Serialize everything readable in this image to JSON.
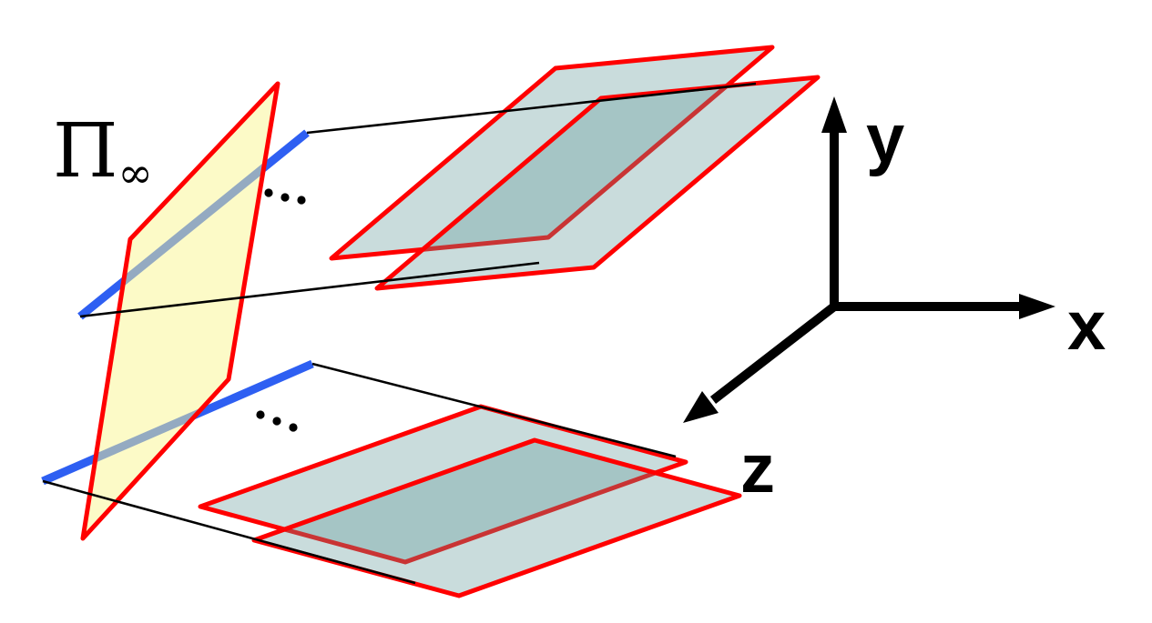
{
  "figure": {
    "description": "Plane at infinity diagram: two sets of parallel scene planes intersect the plane at infinity in lines",
    "plane_infinity_label": {
      "base": "Π",
      "subscript": "∞"
    },
    "axes": {
      "x_label": "x",
      "y_label": "y",
      "z_label": "z"
    },
    "ellipsis_dots": {
      "upper_count": 3,
      "lower_count": 3
    },
    "colors": {
      "background": "#ffffff",
      "plane_border": "#ff0000",
      "plane_infinity_fill": "#f9f58f",
      "parallel_plane_fill": "#629797",
      "line_at_infinity_blue": "#2e5ff2",
      "connector_line": "#000000",
      "axis": "#000000",
      "label_text": "#000000"
    }
  }
}
